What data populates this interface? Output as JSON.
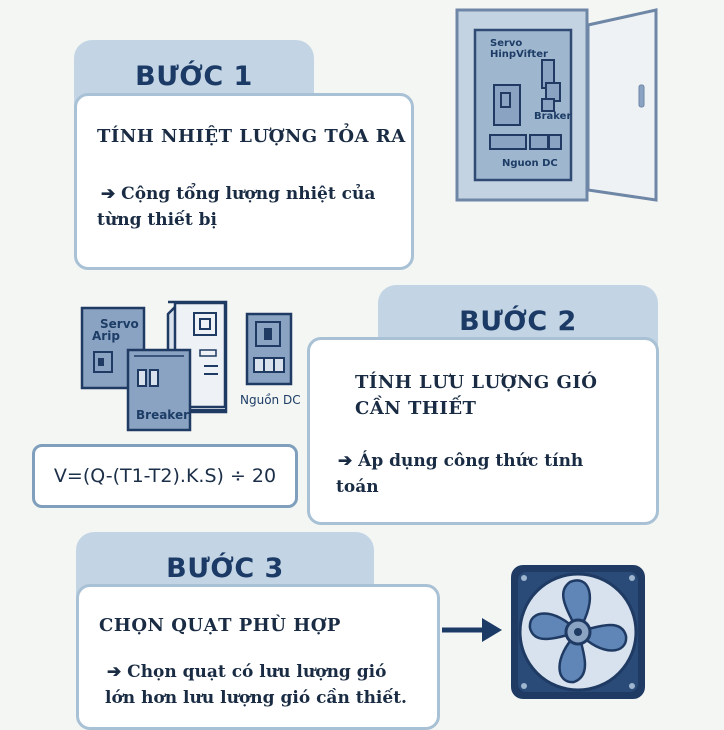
{
  "steps": [
    {
      "tab": "BƯỚC 1",
      "title": "TÍNH NHIỆT LƯỢNG TỎA RA",
      "body_line1": "➔ Cộng tổng lượng nhiệt của",
      "body_line2": "từng thiết bị"
    },
    {
      "tab": "BƯỚC 2",
      "title_line1": "TÍNH LƯU LƯỢNG GIÓ",
      "title_line2": "CẦN THIẾT",
      "body_line1": "➔ Áp dụng công thức tính",
      "body_line2": "toán"
    },
    {
      "tab": "BƯỚC 3",
      "title": "CHỌN QUẠT PHÙ HỢP",
      "body_line1": "➔ Chọn quạt có lưu lượng gió",
      "body_line2": "lớn hơn lưu lượng gió cần thiết."
    }
  ],
  "cabinet": {
    "label_servo_1": "Servo",
    "label_servo_2": "HinpVifter",
    "label_breaker": "Braker",
    "label_power": "Nguon DC"
  },
  "devices": {
    "servo_1": "Servo",
    "servo_2": "Arip",
    "breaker": "Breaker",
    "power": "Nguồn DC"
  },
  "formula": "V=(Q-(T1-T2).K.S) ÷ 20",
  "colors": {
    "accent": "#1c3a66",
    "tab": "#c3d5e4",
    "card_border": "#a9c1d5",
    "background": "#f4f6f4",
    "device_fill": "#8aa3c2"
  },
  "icons": [
    "cabinet-icon",
    "servo-icon",
    "breaker-icon",
    "power-supply-icon",
    "arrow-right-icon",
    "fan-icon"
  ]
}
